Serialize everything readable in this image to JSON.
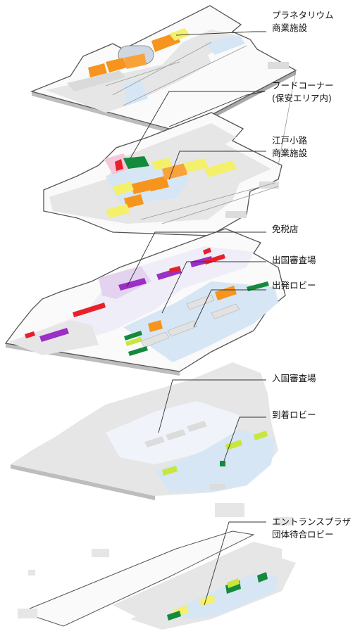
{
  "labels": {
    "planetarium": "プラネタリウム",
    "commercial_top": "商業施設",
    "food_corner": "フードコーナー",
    "security_area": "(保安エリア内)",
    "edo_alley": "江戸小路",
    "commercial_edo": "商業施設",
    "duty_free": "免税店",
    "departure_immigration": "出国審査場",
    "departure_lobby": "出発ロビー",
    "arrival_immigration": "入国審査場",
    "arrival_lobby": "到着ロビー",
    "entrance_plaza": "エントランスプラザ",
    "group_lobby": "団体待合ロビー"
  },
  "colors": {
    "floor": "#e6e6e6",
    "floor_side": "#bdbdbd",
    "public_blue": "#d6e6f4",
    "secure_purple": "#e3d3ee",
    "shop_orange": "#f7941d",
    "shop_yellow": "#f4f06a",
    "dutyfree_purple": "#9b2fc6",
    "red": "#e8202a",
    "green": "#148a3c",
    "lime": "#c8e63c",
    "leader": "#8a8a8a"
  }
}
